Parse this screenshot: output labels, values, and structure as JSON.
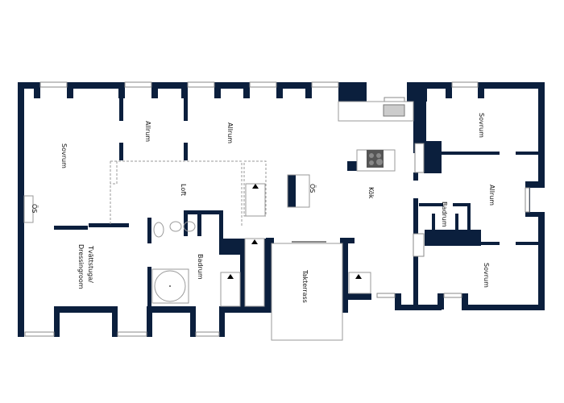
{
  "plan": {
    "rooms": {
      "sovrum_left": "Sovrum",
      "allrum_1": "Allrum",
      "allrum_2": "Allrum",
      "os_left": "ÖS",
      "loft": "Loft",
      "os_center": "ÖS",
      "kok": "Kök",
      "badrum_left": "Badrum",
      "tvattstuga_1": "Tvättstuga/",
      "tvattstuga_2": "Dressingroom",
      "takterrass": "Takterrass",
      "sovrum_top_right": "Sovrum",
      "allrum_right": "Allrum",
      "badrum_right": "Badrum",
      "sovrum_bottom_right": "Sovrum"
    },
    "wall_color": "#0b1f3d"
  }
}
